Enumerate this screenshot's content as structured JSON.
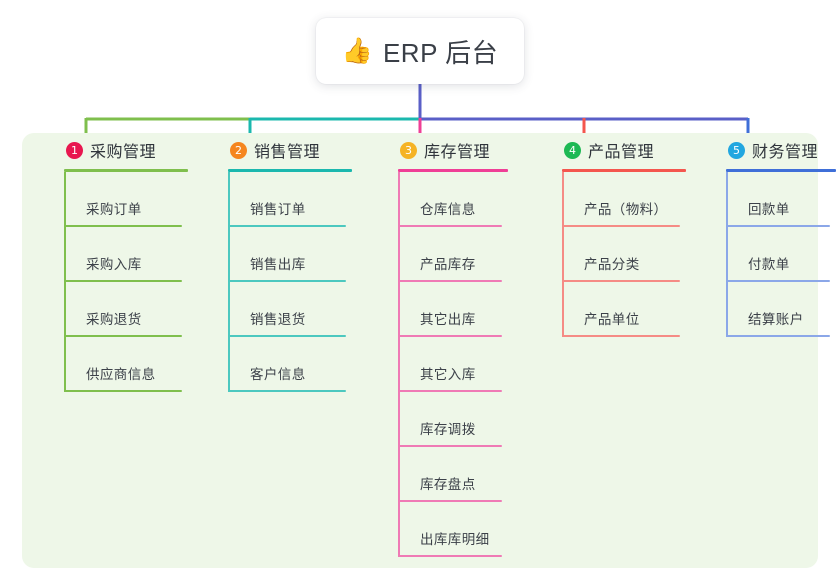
{
  "root": {
    "icon": "thumbs-up-icon",
    "icon_glyph": "👍",
    "title": "ERP 后台"
  },
  "colors": {
    "panel_bg": "#eef7e8",
    "page_bg": "#ffffff",
    "root_connector": "#5a5fc7",
    "text": "#3c4149"
  },
  "columns": [
    {
      "number": "1",
      "title": "采购管理",
      "badge_color": "#e8174f",
      "rule_color": "#7fbf4d",
      "line_color": "#7fbf4d",
      "items": [
        "采购订单",
        "采购入库",
        "采购退货",
        "供应商信息"
      ]
    },
    {
      "number": "2",
      "title": "销售管理",
      "badge_color": "#f5861f",
      "rule_color": "#1bb8ae",
      "line_color": "#4cc8bf",
      "items": [
        "销售订单",
        "销售出库",
        "销售退货",
        "客户信息"
      ]
    },
    {
      "number": "3",
      "title": "库存管理",
      "badge_color": "#f5b324",
      "rule_color": "#ef3f96",
      "line_color": "#ef7ab5",
      "items": [
        "仓库信息",
        "产品库存",
        "其它出库",
        "其它入库",
        "库存调拨",
        "库存盘点",
        "出库库明细"
      ]
    },
    {
      "number": "4",
      "title": "产品管理",
      "badge_color": "#1db954",
      "rule_color": "#f4564e",
      "line_color": "#f58b85",
      "items": [
        "产品（物料）",
        "产品分类",
        "产品单位"
      ]
    },
    {
      "number": "5",
      "title": "财务管理",
      "badge_color": "#22a7e0",
      "rule_color": "#3f6fd8",
      "line_color": "#8ba7e8",
      "items": [
        "回款单",
        "付款单",
        "结算账户"
      ]
    }
  ],
  "connectors": {
    "trunk_color": "#5a5fc7",
    "bus_segments": [
      {
        "name": "bus-green",
        "color": "#7fbf4d"
      },
      {
        "name": "bus-teal",
        "color": "#1bb8ae"
      },
      {
        "name": "bus-blue",
        "color": "#5a5fc7"
      }
    ],
    "drops": [
      {
        "name": "drop-col-1",
        "color": "#7fbf4d"
      },
      {
        "name": "drop-col-2",
        "color": "#1bb8ae"
      },
      {
        "name": "drop-col-3",
        "color": "#ef3f96"
      },
      {
        "name": "drop-col-4",
        "color": "#f4564e"
      },
      {
        "name": "drop-col-5",
        "color": "#3f6fd8"
      }
    ]
  }
}
